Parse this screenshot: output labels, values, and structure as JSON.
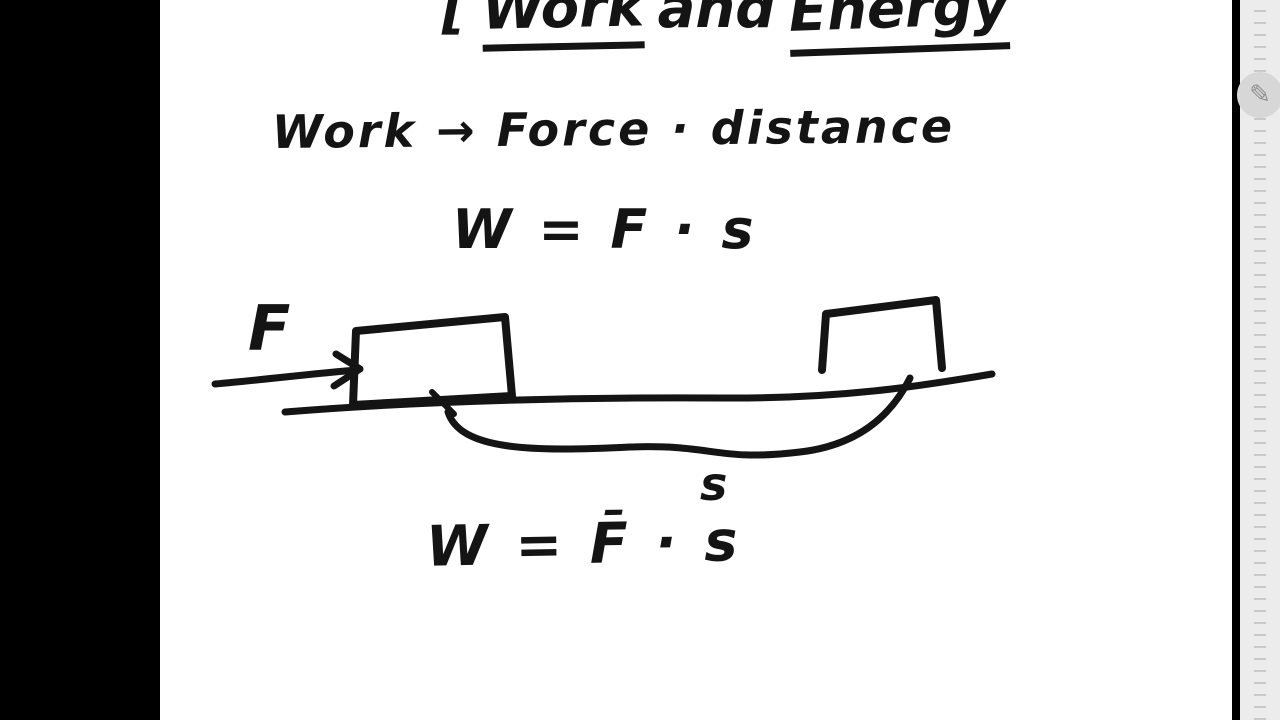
{
  "board": {
    "title": {
      "bracket": "[",
      "word_1": "Work",
      "conjunction": "and",
      "word_2": "Energy"
    },
    "definition_line": "Work → Force · distance",
    "formula_constant_force": "W = F · s",
    "diagram": {
      "force_label": "F",
      "displacement_label": "s"
    },
    "formula_average_force": "W = F̄ · s"
  },
  "side_panel": {
    "pencil_icon": "✎"
  },
  "colors": {
    "ink": "#141414",
    "letterbox": "#000000",
    "canvas": "#ffffff",
    "panel": "#ececec",
    "tick": "#c9c9c9",
    "button": "#d7d7d7",
    "button_icon": "#8f8f8f"
  }
}
